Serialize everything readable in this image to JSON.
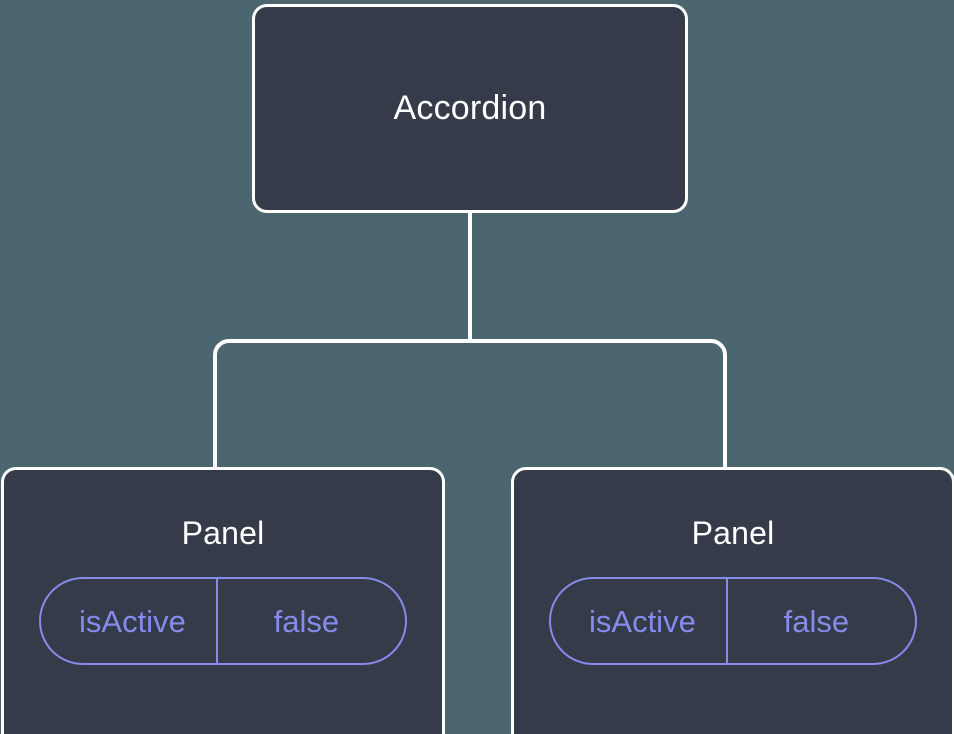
{
  "diagram": {
    "background_color": "#4c6670",
    "node_fill_color": "#353b49",
    "node_border_color": "#ffffff",
    "edge_color": "#ffffff",
    "badge_color": "#868bec",
    "title_color": "#ffffff"
  },
  "root": {
    "label": "Accordion"
  },
  "children": [
    {
      "label": "Panel",
      "badge": {
        "key": "isActive",
        "value": "false"
      }
    },
    {
      "label": "Panel",
      "badge": {
        "key": "isActive",
        "value": "false"
      }
    }
  ]
}
